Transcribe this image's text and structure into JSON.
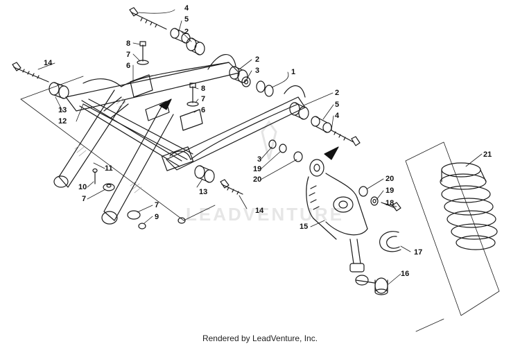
{
  "footer": {
    "text": "Rendered by LeadVenture, Inc."
  },
  "watermark": {
    "text": "LEADVENTURE"
  },
  "callouts": [
    {
      "label": "4"
    },
    {
      "label": "5"
    },
    {
      "label": "2"
    },
    {
      "label": "8"
    },
    {
      "label": "7"
    },
    {
      "label": "6"
    },
    {
      "label": "14"
    },
    {
      "label": "2"
    },
    {
      "label": "3"
    },
    {
      "label": "1"
    },
    {
      "label": "8"
    },
    {
      "label": "7"
    },
    {
      "label": "6"
    },
    {
      "label": "13"
    },
    {
      "label": "12"
    },
    {
      "label": "2"
    },
    {
      "label": "5"
    },
    {
      "label": "4"
    },
    {
      "label": "3"
    },
    {
      "label": "19"
    },
    {
      "label": "20"
    },
    {
      "label": "11"
    },
    {
      "label": "10"
    },
    {
      "label": "7"
    },
    {
      "label": "13"
    },
    {
      "label": "14"
    },
    {
      "label": "7"
    },
    {
      "label": "9"
    },
    {
      "label": "15"
    },
    {
      "label": "20"
    },
    {
      "label": "19"
    },
    {
      "label": "18"
    },
    {
      "label": "17"
    },
    {
      "label": "16"
    },
    {
      "label": "21"
    }
  ],
  "colors": {
    "line": "#1a1a1a",
    "hatch": "#9a9a9a",
    "watermark": "#e6e6e6"
  }
}
